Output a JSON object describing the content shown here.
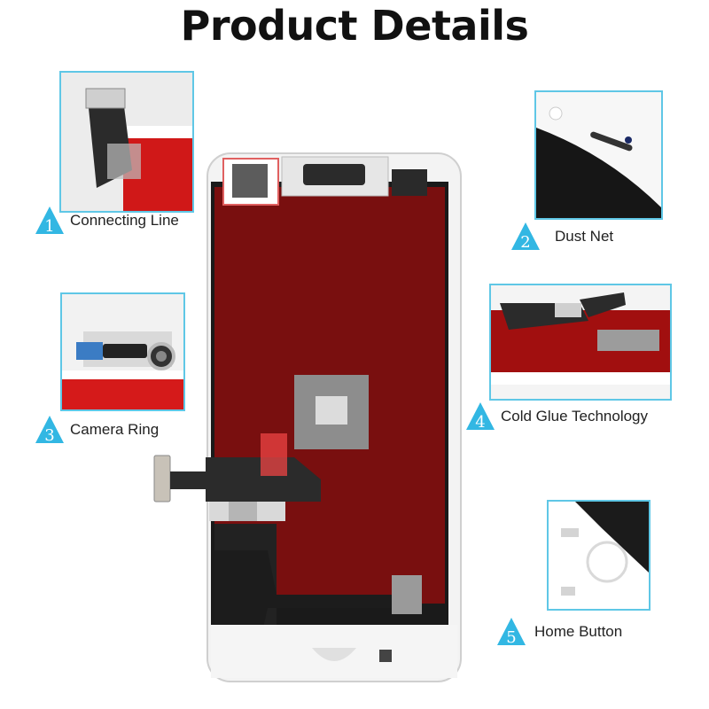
{
  "title": "Product Details",
  "accent_color": "#5fc7e6",
  "features": [
    {
      "number": "1",
      "label": "Connecting Line"
    },
    {
      "number": "2",
      "label": "Dust Net"
    },
    {
      "number": "3",
      "label": "Camera Ring"
    },
    {
      "number": "4",
      "label": "Cold Glue Technology"
    },
    {
      "number": "5",
      "label": "Home Button"
    }
  ]
}
